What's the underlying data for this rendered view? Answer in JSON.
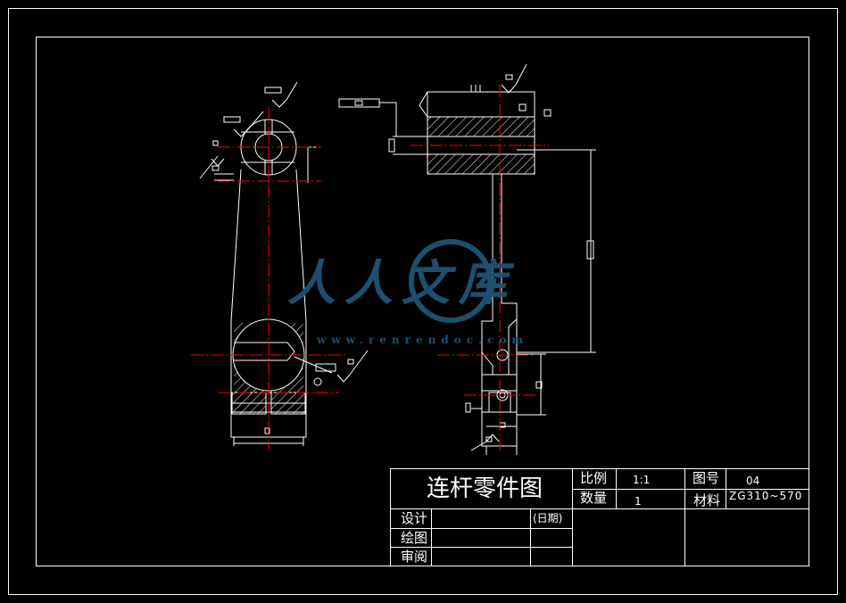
{
  "drawing": {
    "title": "连杆零件图",
    "ratio_label": "比例",
    "ratio_value": "1:1",
    "qty_label": "数量",
    "qty_value": "1",
    "dwg_no_label": "图号",
    "dwg_no_value": "04",
    "material_label": "材料",
    "material_value": "ZG310~570",
    "designer_label": "设计",
    "date_label": "(日期)",
    "drafter_label": "绘图",
    "reviewer_label": "审阅"
  },
  "watermark": {
    "brand_cn": "人人文库",
    "url": "www.renrendoc.com"
  },
  "colors": {
    "background": "#000000",
    "lines": "#ffffff",
    "centerlines": "#ff0000",
    "watermark": "#1d4f6e"
  }
}
